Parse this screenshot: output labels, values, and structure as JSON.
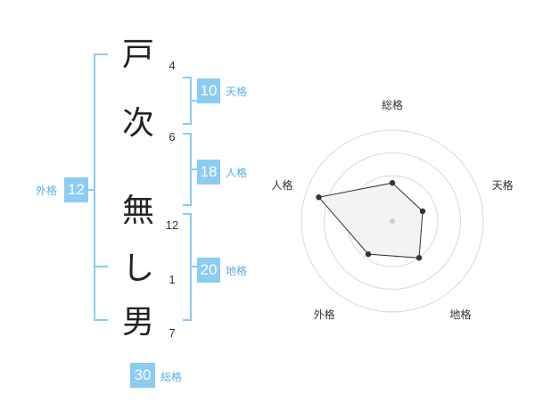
{
  "name": {
    "characters": [
      {
        "char": "戸",
        "strokes": "4"
      },
      {
        "char": "次",
        "strokes": "6"
      },
      {
        "char": "無",
        "strokes": "12"
      },
      {
        "char": "し",
        "strokes": "1"
      },
      {
        "char": "男",
        "strokes": "7"
      }
    ]
  },
  "fortune": {
    "ten": {
      "value": "10",
      "label": "天格"
    },
    "jin": {
      "value": "18",
      "label": "人格"
    },
    "chi": {
      "value": "20",
      "label": "地格"
    },
    "gai": {
      "value": "12",
      "label": "外格"
    },
    "sou": {
      "value": "30",
      "label": "総格"
    }
  },
  "colors": {
    "accent": "#8ccbf2",
    "label": "#5aaee6",
    "text": "#222222"
  },
  "chart_data": {
    "type": "radar",
    "axes": [
      "総格",
      "天格",
      "地格",
      "外格",
      "人格"
    ],
    "values": [
      0.42,
      0.35,
      0.5,
      0.45,
      0.85
    ],
    "rings": 4
  }
}
